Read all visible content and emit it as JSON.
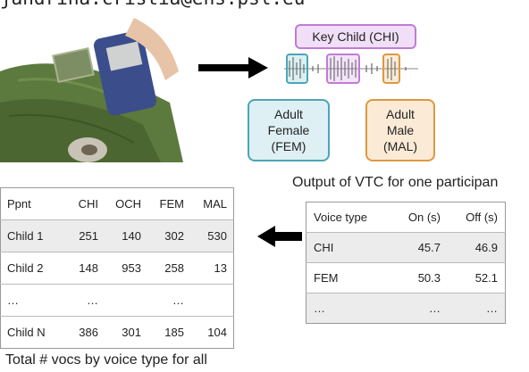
{
  "header": {
    "email": "jandrina.cristia@ens.psl.eu"
  },
  "diagram": {
    "key_child_label": "Key Child (CHI)",
    "female_label_lines": [
      "Adult",
      "Female",
      "(FEM)"
    ],
    "male_label_lines": [
      "Adult",
      "Male",
      "(MAL)"
    ],
    "vtc_title": "Output of VTC for one participan",
    "colors": {
      "chi": "#c07bd6",
      "fem": "#4aa6b8",
      "mal": "#dd9940"
    }
  },
  "vtc_table": {
    "headers": [
      "Voice type",
      "On (s)",
      "Off (s)"
    ],
    "rows": [
      [
        "CHI",
        "45.7",
        "46.9"
      ],
      [
        "FEM",
        "50.3",
        "52.1"
      ],
      [
        "…",
        "…",
        "…"
      ]
    ]
  },
  "summary_table": {
    "headers": [
      "Ppnt",
      "CHI",
      "OCH",
      "FEM",
      "MAL"
    ],
    "rows": [
      [
        "Child 1",
        "251",
        "140",
        "302",
        "530"
      ],
      [
        "Child 2",
        "148",
        "953",
        "258",
        "13"
      ],
      [
        "…",
        "…",
        "",
        "…",
        ""
      ],
      [
        "Child N",
        "386",
        "301",
        "185",
        "104"
      ]
    ]
  },
  "footer": {
    "total_label": "Total # vocs by voice type for all"
  }
}
